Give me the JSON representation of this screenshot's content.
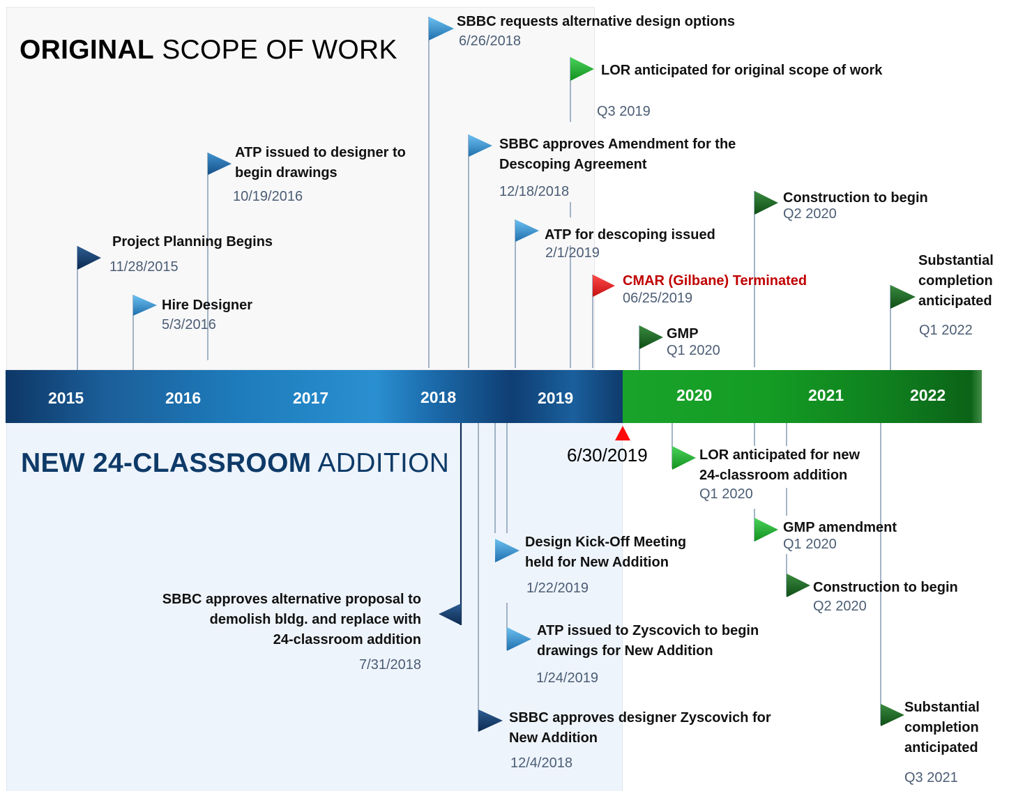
{
  "headings": {
    "top_bold": "ORIGINAL",
    "top_rest": "SCOPE OF WORK",
    "bottom_bold": "NEW 24-CLASSROOM",
    "bottom_rest": "ADDITION"
  },
  "years": [
    "2015",
    "2016",
    "2017",
    "2018",
    "2019",
    "2020",
    "2021",
    "2022"
  ],
  "cutoff_date": "6/30/2019",
  "milestones_top": [
    {
      "label": "Project Planning Begins",
      "date": "11/28/2015"
    },
    {
      "label": "Hire Designer",
      "date": "5/3/2016"
    },
    {
      "label": "ATP issued to designer to begin drawings",
      "line1": "ATP issued to designer to",
      "line2": "begin drawings",
      "date": "10/19/2016"
    },
    {
      "label": "SBBC requests alternative design options",
      "date": "6/26/2018"
    },
    {
      "label": "SBBC approves Amendment for the Descoping Agreement",
      "line1": "SBBC approves Amendment for the",
      "line2": "Descoping Agreement",
      "date": "12/18/2018"
    },
    {
      "label": "ATP for descoping issued",
      "date": "2/1/2019"
    },
    {
      "label": "LOR anticipated for original scope of work",
      "date": "Q3 2019"
    },
    {
      "label": "CMAR (Gilbane) Terminated",
      "date": "06/25/2019"
    },
    {
      "label": "GMP",
      "date": "Q1 2020"
    },
    {
      "label": "Construction to begin",
      "date": "Q2 2020"
    },
    {
      "label": "Substantial completion anticipated",
      "line1": "Substantial",
      "line2": "completion",
      "line3": "anticipated",
      "date": "Q1 2022"
    }
  ],
  "milestones_bottom": [
    {
      "label": "SBBC approves alternative proposal to demolish bldg. and replace with 24-classroom addition",
      "line1": "SBBC approves alternative proposal to",
      "line2": "demolish bldg. and replace with",
      "line3": "24-classroom addition",
      "date": "7/31/2018"
    },
    {
      "label": "SBBC approves designer Zyscovich for New Addition",
      "line1": "SBBC approves designer Zyscovich for",
      "line2": "New Addition",
      "date": "12/4/2018"
    },
    {
      "label": "Design Kick-Off Meeting held for New Addition",
      "line1": "Design Kick-Off Meeting",
      "line2": "held for New Addition",
      "date": "1/22/2019"
    },
    {
      "label": "ATP issued to Zyscovich to begin drawings for New Addition",
      "line1": "ATP issued to Zyscovich to begin",
      "line2": "drawings for New Addition",
      "date": "1/24/2019"
    },
    {
      "label": "LOR anticipated for new 24-classroom addition",
      "line1": "LOR anticipated for new",
      "line2": "24-classroom addition",
      "date": "Q1 2020"
    },
    {
      "label": "GMP amendment",
      "date": "Q1 2020"
    },
    {
      "label": "Construction to begin",
      "date": "Q2 2020"
    },
    {
      "label": "Substantial completion anticipated",
      "line1": "Substantial",
      "line2": "completion",
      "line3": "anticipated",
      "date": "Q3 2021"
    }
  ],
  "colors": {
    "flag_dark_navy": "#0e2f57",
    "flag_blue": "#2a86c8",
    "flag_light_blue": "#5ab4ea",
    "flag_green": "#1fa52a",
    "flag_dark_green": "#125e1b",
    "flag_red": "#e31b1b",
    "terminated_text": "#c00000",
    "date_text": "#4b5d74"
  }
}
